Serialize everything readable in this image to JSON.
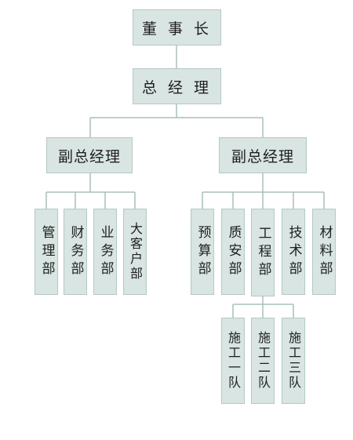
{
  "chairman": "董 事 长",
  "general_manager": "总 经 理",
  "deputy_left": "副总经理",
  "deputy_right": "副总经理",
  "left_departments": [
    "管理部",
    "财务部",
    "业务部",
    "大客户部"
  ],
  "right_departments": [
    "预算部",
    "质安部",
    "工程部",
    "技术部",
    "材料部"
  ],
  "construction_teams": [
    "施工一队",
    "施工二队",
    "施工三队"
  ],
  "colors": {
    "box_fill": "#d8e5e2",
    "box_border": "#b3c9c5",
    "line": "#a9bfbb"
  }
}
